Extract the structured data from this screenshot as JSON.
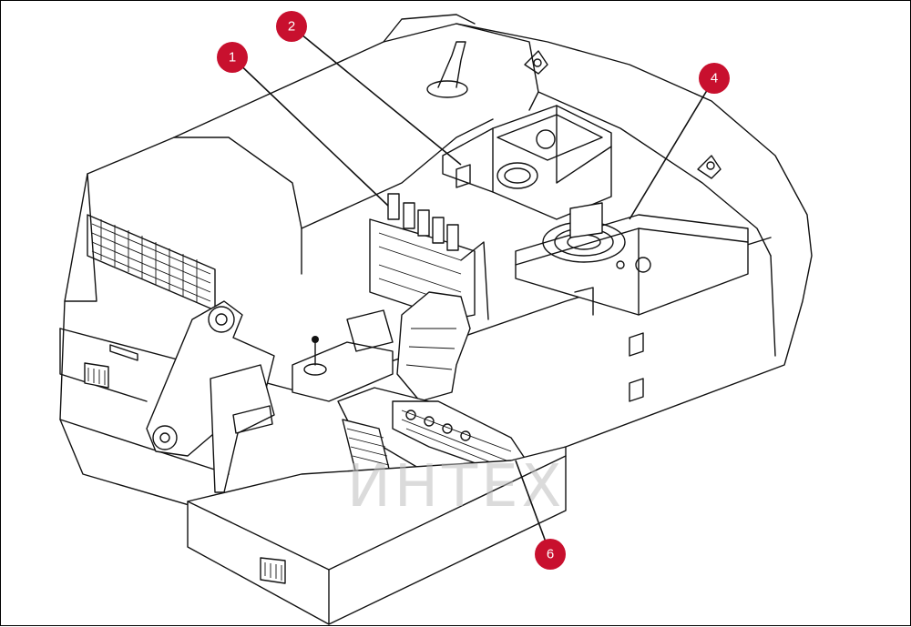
{
  "diagram": {
    "watermark": "ИНТЕХ",
    "callouts": [
      {
        "label": "1"
      },
      {
        "label": "2"
      },
      {
        "label": "4"
      },
      {
        "label": "6"
      }
    ]
  },
  "colors": {
    "callout": "#c8102e",
    "watermark_logo": "#e24a5a",
    "line": "#111111"
  }
}
